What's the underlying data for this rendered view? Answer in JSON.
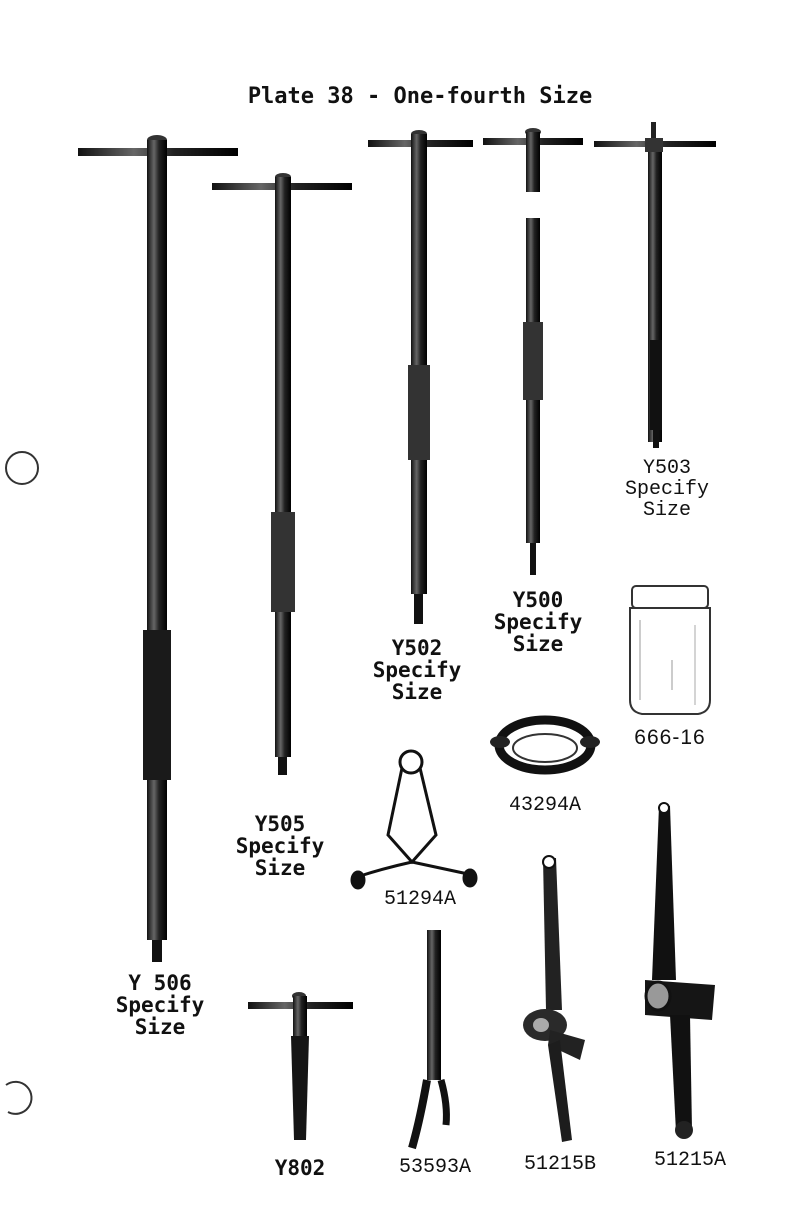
{
  "plate_title": "Plate 38 - One-fourth Size",
  "items": {
    "y506": {
      "code": "Y 506",
      "line2": "Specify",
      "line3": "Size"
    },
    "y505": {
      "code": "Y505",
      "line2": "Specify",
      "line3": "Size"
    },
    "y502": {
      "code": "Y502",
      "line2": "Specify",
      "line3": "Size"
    },
    "y500": {
      "code": "Y500",
      "line2": "Specify",
      "line3": "Size"
    },
    "y503": {
      "code": "Y503",
      "line2": "Specify",
      "line3": "Size"
    },
    "jar": {
      "code": "666-16"
    },
    "clamp": {
      "code": "43294A"
    },
    "spring": {
      "code": "51294A"
    },
    "y802": {
      "code": "Y802"
    },
    "forked": {
      "code": "53593A"
    },
    "lever_b": {
      "code": "51215B"
    },
    "lever_a": {
      "code": "51215A"
    }
  }
}
